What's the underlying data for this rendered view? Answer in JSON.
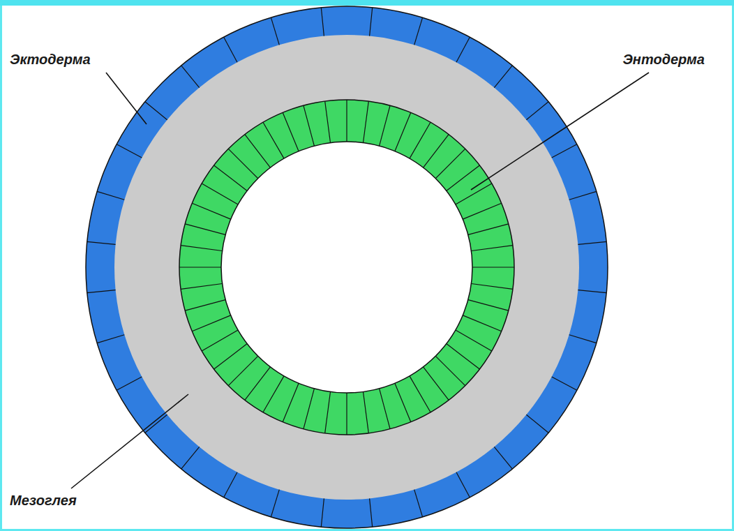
{
  "diagram": {
    "labels": [
      "Эктодерма",
      "Энтодерма",
      "Мезоглея"
    ]
  }
}
